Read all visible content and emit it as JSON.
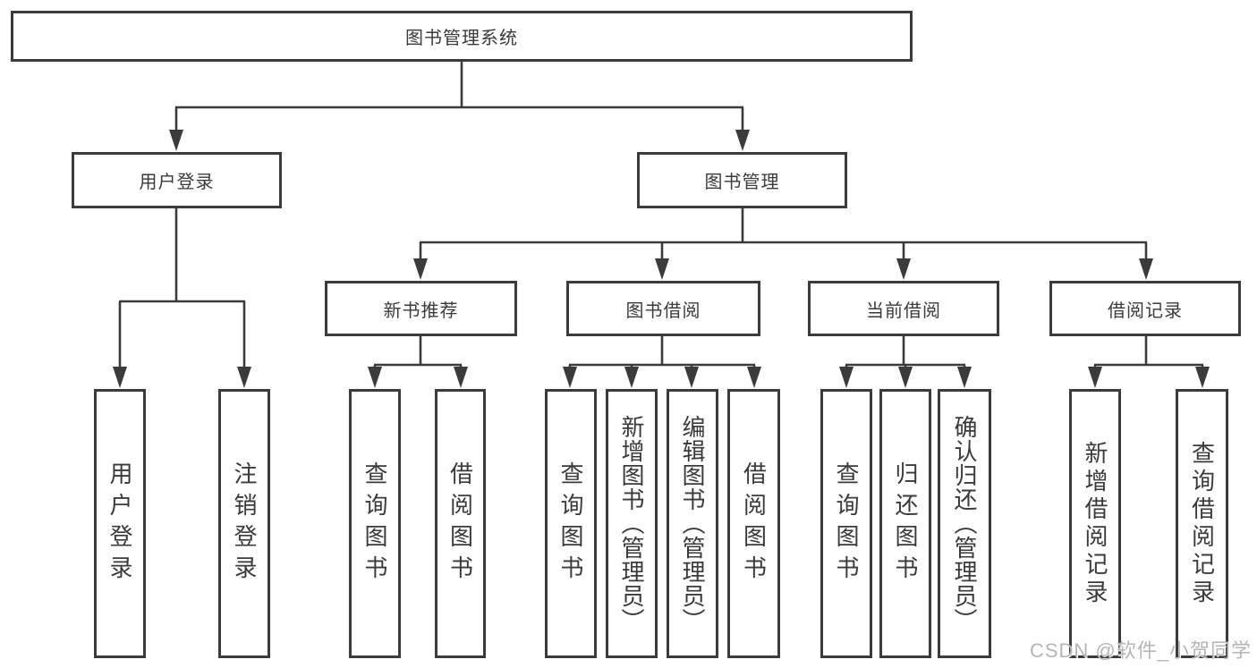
{
  "diagram": {
    "title_node": "图书管理系统",
    "nodes": {
      "root": "图书管理系统",
      "user_login": "用户登录",
      "book_mgmt": "图书管理",
      "new_book_rec": "新书推荐",
      "book_borrowing": "图书借阅",
      "current_borrowing": "当前借阅",
      "borrowing_records": "借阅记录",
      "leaf_user_login": "用户登录",
      "leaf_logout": "注销登录",
      "leaf_nbr_query_books": "查询图书",
      "leaf_nbr_borrow_books": "借阅图书",
      "leaf_bb_query_books": "查询图书",
      "leaf_bb_add_books": "新增图书（管理员）",
      "leaf_bb_edit_books": "编辑图书（管理员）",
      "leaf_bb_borrow_books": "借阅图书",
      "leaf_cb_query_books": "查询图书",
      "leaf_cb_return_books": "归还图书",
      "leaf_cb_confirm_return": "确认归还（管理员）",
      "leaf_br_add_record": "新增借阅记录",
      "leaf_br_query_record": "查询借阅记录"
    },
    "hierarchy": {
      "图书管理系统": [
        "用户登录",
        "图书管理"
      ],
      "用户登录": [
        "用户登录",
        "注销登录"
      ],
      "图书管理": [
        "新书推荐",
        "图书借阅",
        "当前借阅",
        "借阅记录"
      ],
      "新书推荐": [
        "查询图书",
        "借阅图书"
      ],
      "图书借阅": [
        "查询图书",
        "新增图书（管理员）",
        "编辑图书（管理员）",
        "借阅图书"
      ],
      "当前借阅": [
        "查询图书",
        "归还图书",
        "确认归还（管理员）"
      ],
      "借阅记录": [
        "新增借阅记录",
        "查询借阅记录"
      ]
    }
  },
  "watermark": "CSDN @软件_小贺同学",
  "colors": {
    "line": "#3b3b3b",
    "border": "#3b3b3b",
    "text": "#3a3a3a",
    "background": "#ffffff",
    "watermark": "#b5b5b5"
  }
}
